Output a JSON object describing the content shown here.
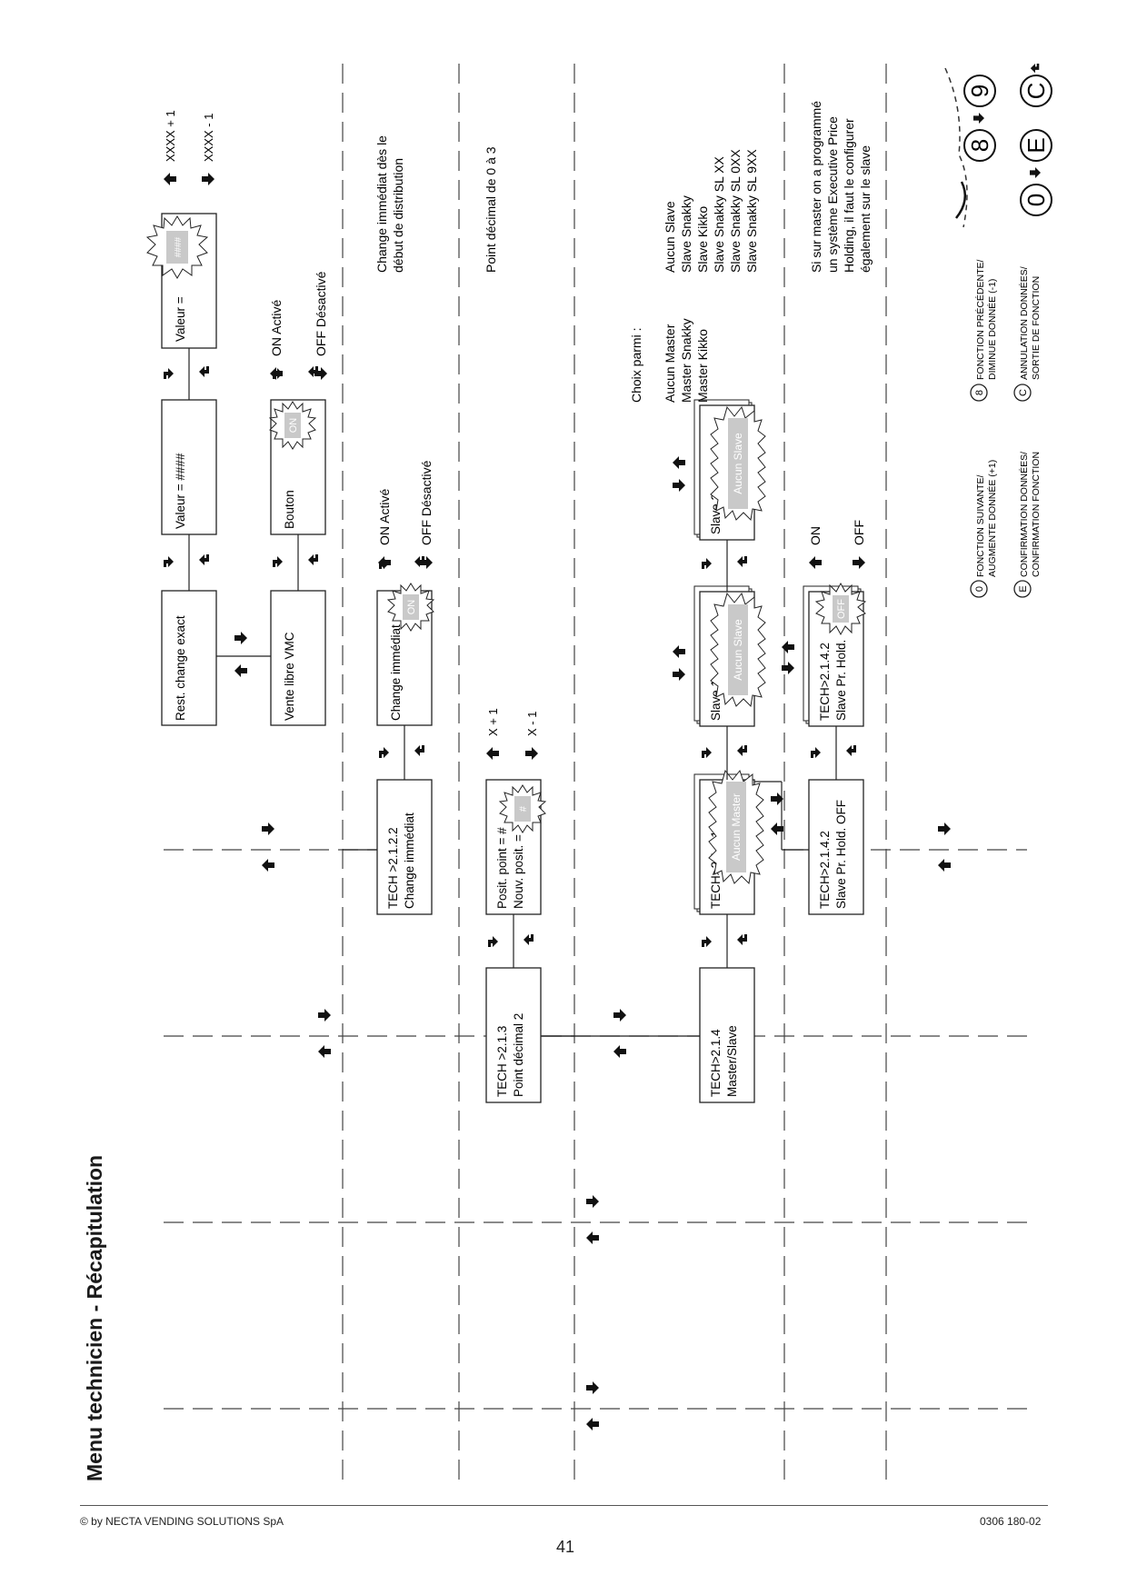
{
  "header": {
    "title": "Menu technicien - Récapitulation"
  },
  "footer": {
    "copyright": "© by NECTA VENDING SOLUTIONS SpA",
    "page_number": "41",
    "doc_code": "0306 180-02"
  },
  "rows": {
    "r1": {
      "rest_change_exact": "Rest. change exact",
      "valeur_1": "Valeur = ####",
      "valeur_2": "Valeur =",
      "burst_value": "####",
      "xxxx_plus": "XXXX + 1",
      "xxxx_minus": "XXXX - 1",
      "vente_libre": "Vente libre VMC",
      "bouton": "Bouton",
      "burst_on": "ON",
      "on_active": "ON   Activé",
      "off_desactive": "OFF Désactivé"
    },
    "r2": {
      "tech_line1": "TECH >2.1.2.2",
      "tech_line2": "Change immédiat",
      "change_immediat": "Change immédiat",
      "burst_on": "ON",
      "on_active": "ON   Activé",
      "off_desactive": "OFF  Désactivé",
      "note_line1": "Change immédiat dès le",
      "note_line2": "début de distribution"
    },
    "r3": {
      "tech_line1": "TECH >2.1.3",
      "tech_line2": "Point décimal 2",
      "posit_line1": "Posit. point = #",
      "posit_line2": "Nouv. posit. =",
      "burst_hash": "#",
      "x_plus": "X + 1",
      "x_minus": "X - 1",
      "note": "Point décimal de 0 à 3"
    },
    "r4": {
      "tech_line1": "TECH>2.1.4",
      "tech_line2": "Master/Slave",
      "sub_line1": "TECH>2.1.4.1",
      "burst_master": "Aucun Master",
      "slave1": "Slave 1",
      "slave2": "Slave 2",
      "burst_slave": "Aucun Slave",
      "choix": "Choix parmi :",
      "masters": [
        "Aucun Master",
        "Master Snakky",
        "Master Kikko"
      ],
      "slaves": [
        "Aucun Slave",
        "Slave Snakky",
        "Slave Kikko",
        "Slave Snakky SL XX",
        "Slave Snakky SL 0XX",
        "Slave Snakky SL 9XX"
      ]
    },
    "r5": {
      "tech_line1": "TECH>2.1.4.2",
      "tech_line2": "Slave Pr. Hold. OFF",
      "sub_line1": "TECH>2.1.4.2",
      "sub_line2": "Slave Pr. Hold.",
      "burst_off": "OFF",
      "on": "ON",
      "off": "OFF",
      "note": [
        "Si sur master on a programmé",
        "un système Executive Price",
        "Holding, il faut le configurer",
        "également sur le slave"
      ]
    }
  },
  "legend": {
    "next_line1": "FONCTION SUIVANTE/",
    "next_line2": "AUGMENTE DONNÉE (+1)",
    "prev_line1": "FONCTION PRÉCÉDENTE/",
    "prev_line2": "DIMINUE DONNÉE (-1)",
    "confirm_line1": "CONFIRMATION DONNÉES/",
    "confirm_line2": "CONFIRMATION FONCTION",
    "cancel_line1": "ANNULATION DONNÉES/",
    "cancel_line2": "SORTIE DE FONCTION",
    "key_0": "0",
    "key_8": "8",
    "key_9": "9",
    "key_e": "E",
    "key_c": "C"
  }
}
